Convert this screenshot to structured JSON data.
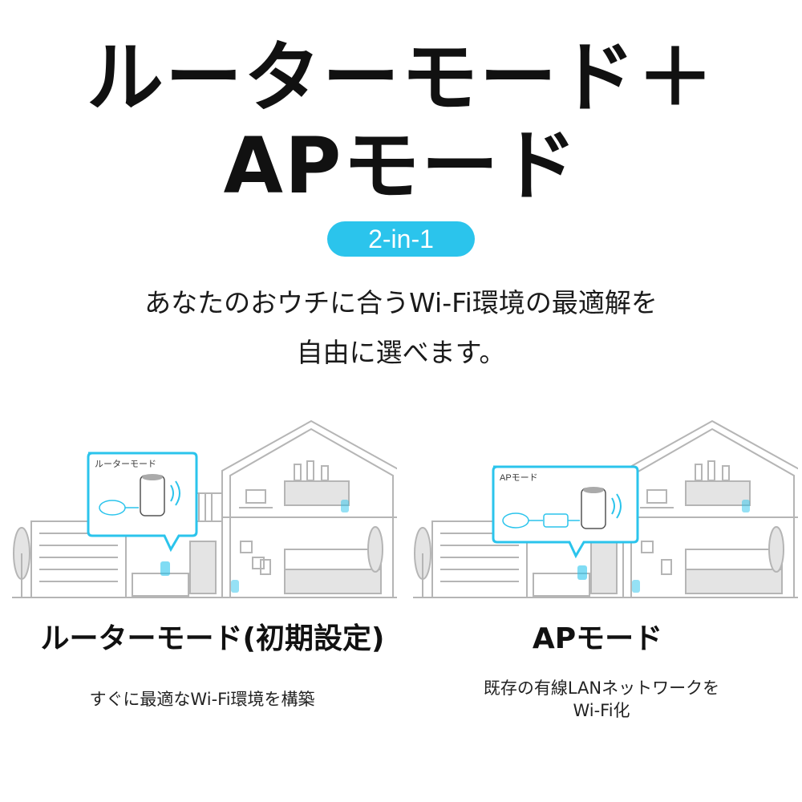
{
  "headline": {
    "line1": "ルーターモード＋",
    "line2": "APモード"
  },
  "badge": "2-in-1",
  "lead": {
    "line1": "あなたのおウチに合うWi-Fi環境の最適解を",
    "line2": "自由に選べます。"
  },
  "modes": [
    {
      "callout": "ルーターモード",
      "title": "ルーターモード(初期設定)",
      "description": [
        "すぐに最適なWi-Fi環境を構築"
      ]
    },
    {
      "callout": "APモード",
      "title": "APモード",
      "description": [
        "既存の有線LANネットワークを",
        "Wi-Fi化"
      ]
    }
  ],
  "colors": {
    "accent": "#2bc4ec",
    "house_line": "#b5b5b5",
    "house_fill": "#e4e4e4",
    "text": "#111111"
  },
  "icons": [
    "cloud-icon",
    "mesh-unit-icon",
    "wifi-signal-icon",
    "modem-icon",
    "tree-icon",
    "house-illustration"
  ]
}
